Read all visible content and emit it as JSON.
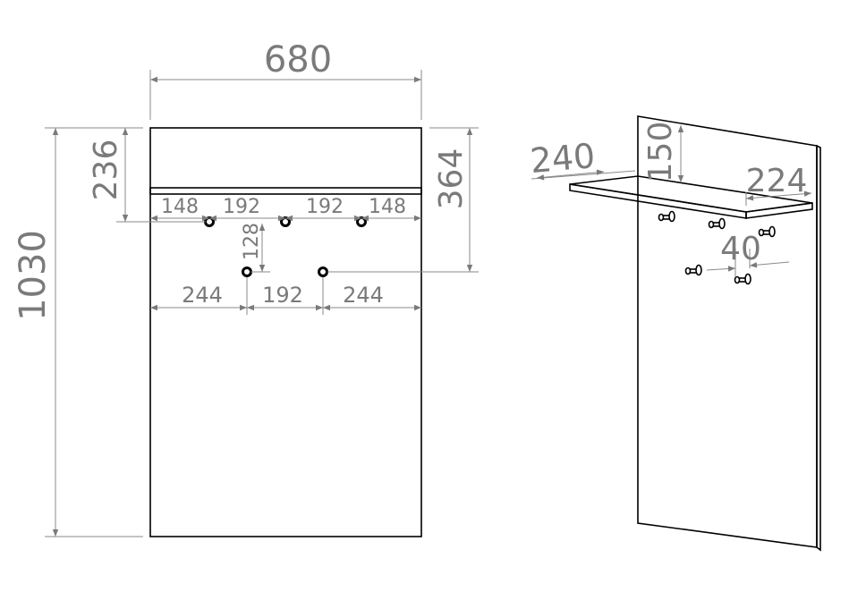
{
  "front_view": {
    "overall_width": "680",
    "overall_height": "1030",
    "shelf_top_to_hooks": "236",
    "top_to_lower_hooks": "364",
    "top_row_spacing": [
      "148",
      "192",
      "192",
      "148"
    ],
    "row_gap": "128",
    "bottom_row_spacing": [
      "244",
      "192",
      "244"
    ]
  },
  "iso_view": {
    "shelf_depth": "240",
    "shelf_height_from_top": "150",
    "shelf_offset": "224",
    "hook_spacing": "40"
  },
  "colors": {
    "dimension": "#7a7a7a",
    "outline": "#000000"
  }
}
